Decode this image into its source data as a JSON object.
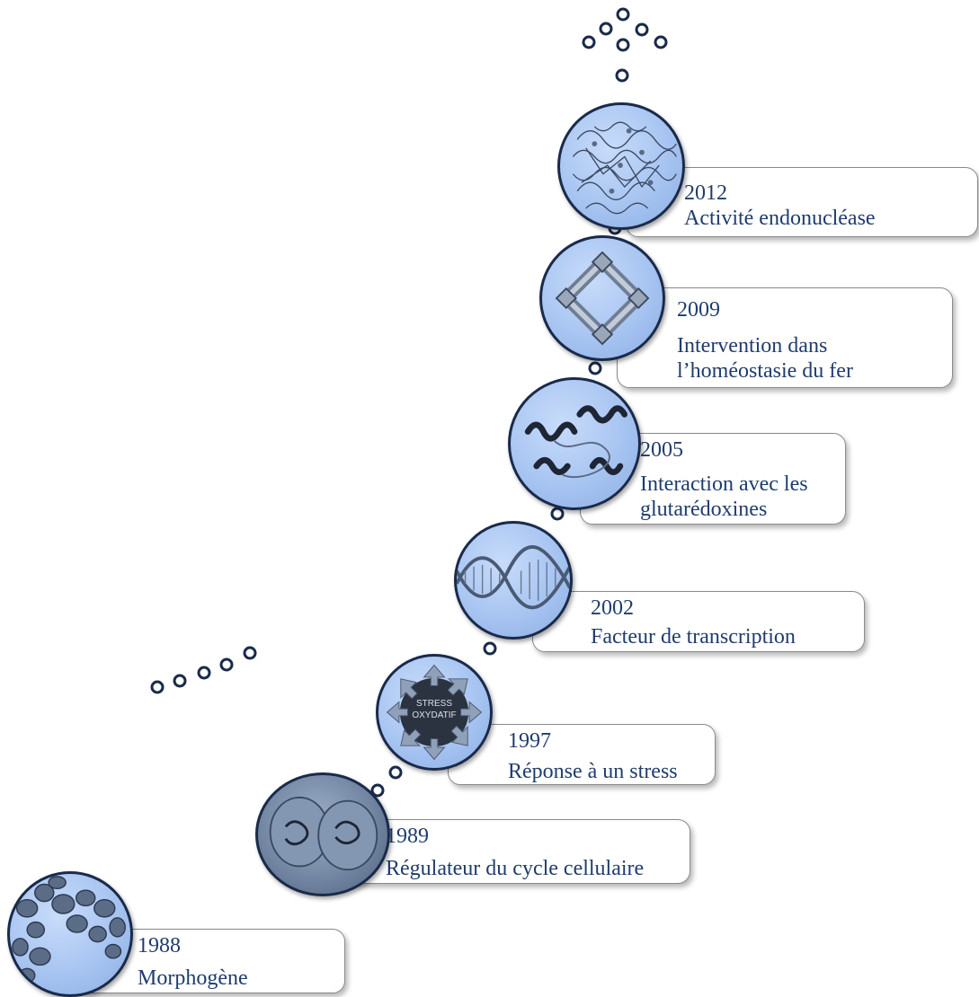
{
  "milestones": [
    {
      "year": "1988",
      "label": "Morphogène",
      "icon": "cells-icon"
    },
    {
      "year": "1989",
      "label": "Régulateur du cycle cellulaire",
      "icon": "cell-division-icon"
    },
    {
      "year": "1997",
      "label": "Réponse à un stress",
      "icon": "oxidative-stress-icon",
      "icon_text_1": "STRESS",
      "icon_text_2": "OXYDATIF"
    },
    {
      "year": "2002",
      "label": "Facteur de transcription",
      "icon": "dna-helix-icon"
    },
    {
      "year": "2005",
      "label_line1": "Interaction avec les",
      "label_line2": "glutarédoxines",
      "icon": "protein-structure-icon"
    },
    {
      "year": "2009",
      "label_line1": "Intervention dans",
      "label_line2": "l’homéostasie du fer",
      "icon": "iron-cluster-icon"
    },
    {
      "year": "2012",
      "label": "Activité endonucléase",
      "icon": "enzyme-structure-icon"
    }
  ],
  "colors": {
    "circle_fill": "#a7c4f1",
    "circle_border": "#1a2a4a",
    "text": "#1f3c6e",
    "dot_border": "#1a2a4a"
  }
}
